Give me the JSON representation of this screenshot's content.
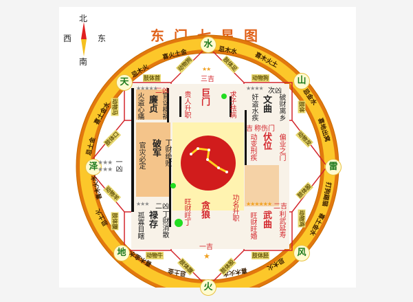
{
  "compass": {
    "north": "北",
    "south": "南",
    "west": "西",
    "east": "东"
  },
  "title": "东门七星图",
  "gua_badges": [
    {
      "id": "shui",
      "label": "水",
      "position": "top"
    },
    {
      "id": "shan",
      "label": "山",
      "position": "top-right"
    },
    {
      "id": "lei",
      "label": "雷",
      "position": "right"
    },
    {
      "id": "feng",
      "label": "风",
      "position": "bottom-right"
    },
    {
      "id": "huo",
      "label": "火",
      "position": "bottom"
    },
    {
      "id": "di",
      "label": "地",
      "position": "bottom-left"
    },
    {
      "id": "ze",
      "label": "泽",
      "position": "left"
    },
    {
      "id": "tian",
      "label": "天",
      "position": "top-left"
    }
  ],
  "ring_texts": {
    "top_left_1": "喜火土金",
    "top_right_1": "忌木水",
    "top_right_2": "喜木火土",
    "right_top_1": "忌金水",
    "right_top_2": "喜地出窝",
    "right_bottom_1": "打狗踢猫",
    "right_bottom_2": "喜土金水",
    "bottom_right_1": "忌木火",
    "bottom_1": "喜木火水",
    "bottom_left_1": "忌土金",
    "bottom_left_2": "喜木金水",
    "left_bottom_1": "忌土火",
    "left_bottom_2": "喜木火水",
    "left_top_1": "忌土金",
    "left_top_2": "喜土金水",
    "top_left_2": "忌木火"
  },
  "body_tags": {
    "top_left": "肢体首",
    "top_center_l": "动物狗",
    "top_center_r": "肢体足",
    "top_right": "动物狗",
    "right_upper": "肢体",
    "right_mid_upper": "动物龙",
    "right_mid_lower": "肢体股",
    "right_lower": "动物鸡",
    "bottom_right": "肢体胫",
    "bottom_center_r": "肢体股",
    "bottom_center_l": "肢体腹",
    "bottom_left": "动物牛",
    "left_lower": "肢体腹",
    "left_mid_lower": "动物羊",
    "left_mid_upper": "肢体口",
    "left_upper": "动物马"
  },
  "palaces": {
    "northwest": {
      "rating": "二凶",
      "star": "廉贞",
      "left": "火盗心痛",
      "right": "官讼横祸"
    },
    "north": {
      "rating": "三吉",
      "star": "巨门",
      "left": "贵人升职",
      "right": "求子祛病"
    },
    "northeast": {
      "rating": "次凶",
      "star": "文曲",
      "left": "奸盗水疾",
      "right": "破财离乡"
    },
    "west": {
      "rating": "一凶",
      "star": "破军",
      "left": "官灾必定",
      "right": "丁财绝败"
    },
    "east": {
      "rating": "吉",
      "star": "伏位",
      "header": "称伤门",
      "left": "动变刑疾",
      "right": "偏业之门"
    },
    "southwest": {
      "rating": "二凶",
      "star": "禄存",
      "left": "孤寡目瞎",
      "right": "丁财消散"
    },
    "south": {
      "rating": "一吉",
      "star": "贪狼",
      "left": "旺财旺丁",
      "right": "功名升职"
    },
    "southeast": {
      "rating": "二吉",
      "star": "武曲",
      "left": "旺财旺婚",
      "right": "利武延寿"
    }
  },
  "colors": {
    "ring_outer": "#f7a21b",
    "ring_inner": "#ffe24a",
    "palace_border": "#d3252b",
    "gua_text": "#1e7a1e",
    "taiji_red": "#d11c1c",
    "title": "#e0621a"
  }
}
